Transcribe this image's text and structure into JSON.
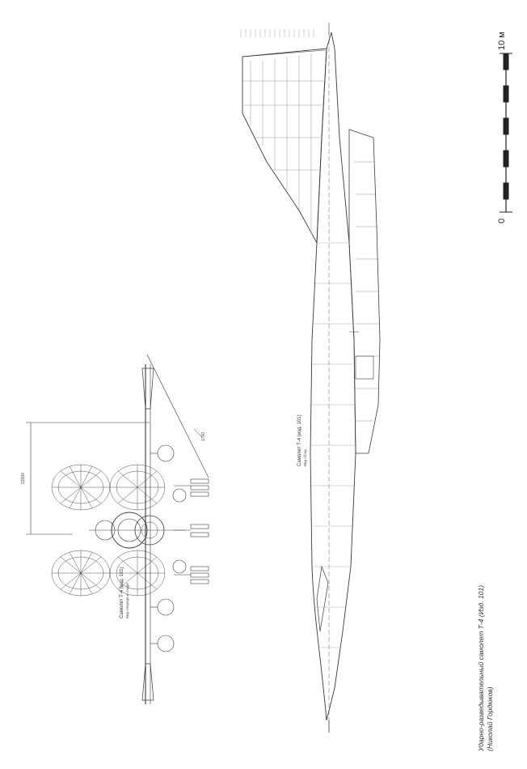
{
  "scale_bar": {
    "label_max": "10 м",
    "label_zero": "0"
  },
  "front_view": {
    "title": "Самолет Т-4 (изд. 101)",
    "subtitle": "Вид спереди и сзади",
    "dimension_span": "22000",
    "dimension_small": "1700"
  },
  "side_view": {
    "title": "Самолет Т-4 (изд. 101)",
    "subtitle": "Вид сбоку"
  },
  "caption": {
    "line1": "Ударно-разведывательный самолет Т-4 (Изд. 101)",
    "line2": "(Николай Гордюков)"
  },
  "colors": {
    "line": "#3a3a3a",
    "light_line": "#8a8a8a",
    "paper": "#ffffff"
  }
}
